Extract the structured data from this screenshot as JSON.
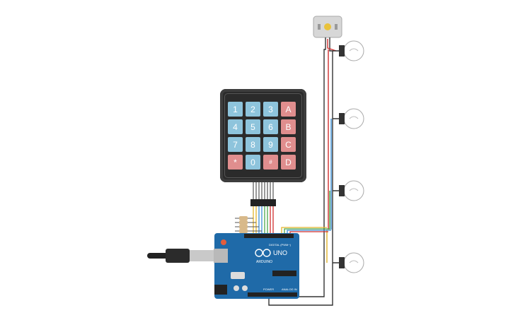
{
  "keypad": {
    "rows": [
      [
        {
          "label": "1",
          "kind": "num"
        },
        {
          "label": "2",
          "kind": "num"
        },
        {
          "label": "3",
          "kind": "num"
        },
        {
          "label": "A",
          "kind": "fn"
        }
      ],
      [
        {
          "label": "4",
          "kind": "num"
        },
        {
          "label": "5",
          "kind": "num"
        },
        {
          "label": "6",
          "kind": "num"
        },
        {
          "label": "B",
          "kind": "fn"
        }
      ],
      [
        {
          "label": "7",
          "kind": "num"
        },
        {
          "label": "8",
          "kind": "num"
        },
        {
          "label": "9",
          "kind": "num"
        },
        {
          "label": "C",
          "kind": "fn"
        }
      ],
      [
        {
          "label": "*",
          "kind": "fn"
        },
        {
          "label": "0",
          "kind": "num"
        },
        {
          "label": "#",
          "kind": "fn"
        },
        {
          "label": "D",
          "kind": "fn"
        }
      ]
    ]
  },
  "arduino": {
    "model_label": "UNO",
    "brand_label": "ARDUINO",
    "digital_label": "DIGITAL (PWM~)",
    "power_label": "POWER",
    "analog_label": "ANALOG IN"
  },
  "colors": {
    "board": "#1f6aa8",
    "wire_red": "#d12f2f",
    "wire_yellow": "#e2b32a",
    "wire_blue": "#3c8fd6",
    "wire_green": "#4aa84a",
    "wire_black": "#333333",
    "key_num": "#8ec4dc",
    "key_fn": "#e08e8e"
  },
  "icons": [
    "dc-motor-icon",
    "light-bulb-icon",
    "usb-cable-icon",
    "resistor-icon",
    "arduino-logo-icon"
  ]
}
